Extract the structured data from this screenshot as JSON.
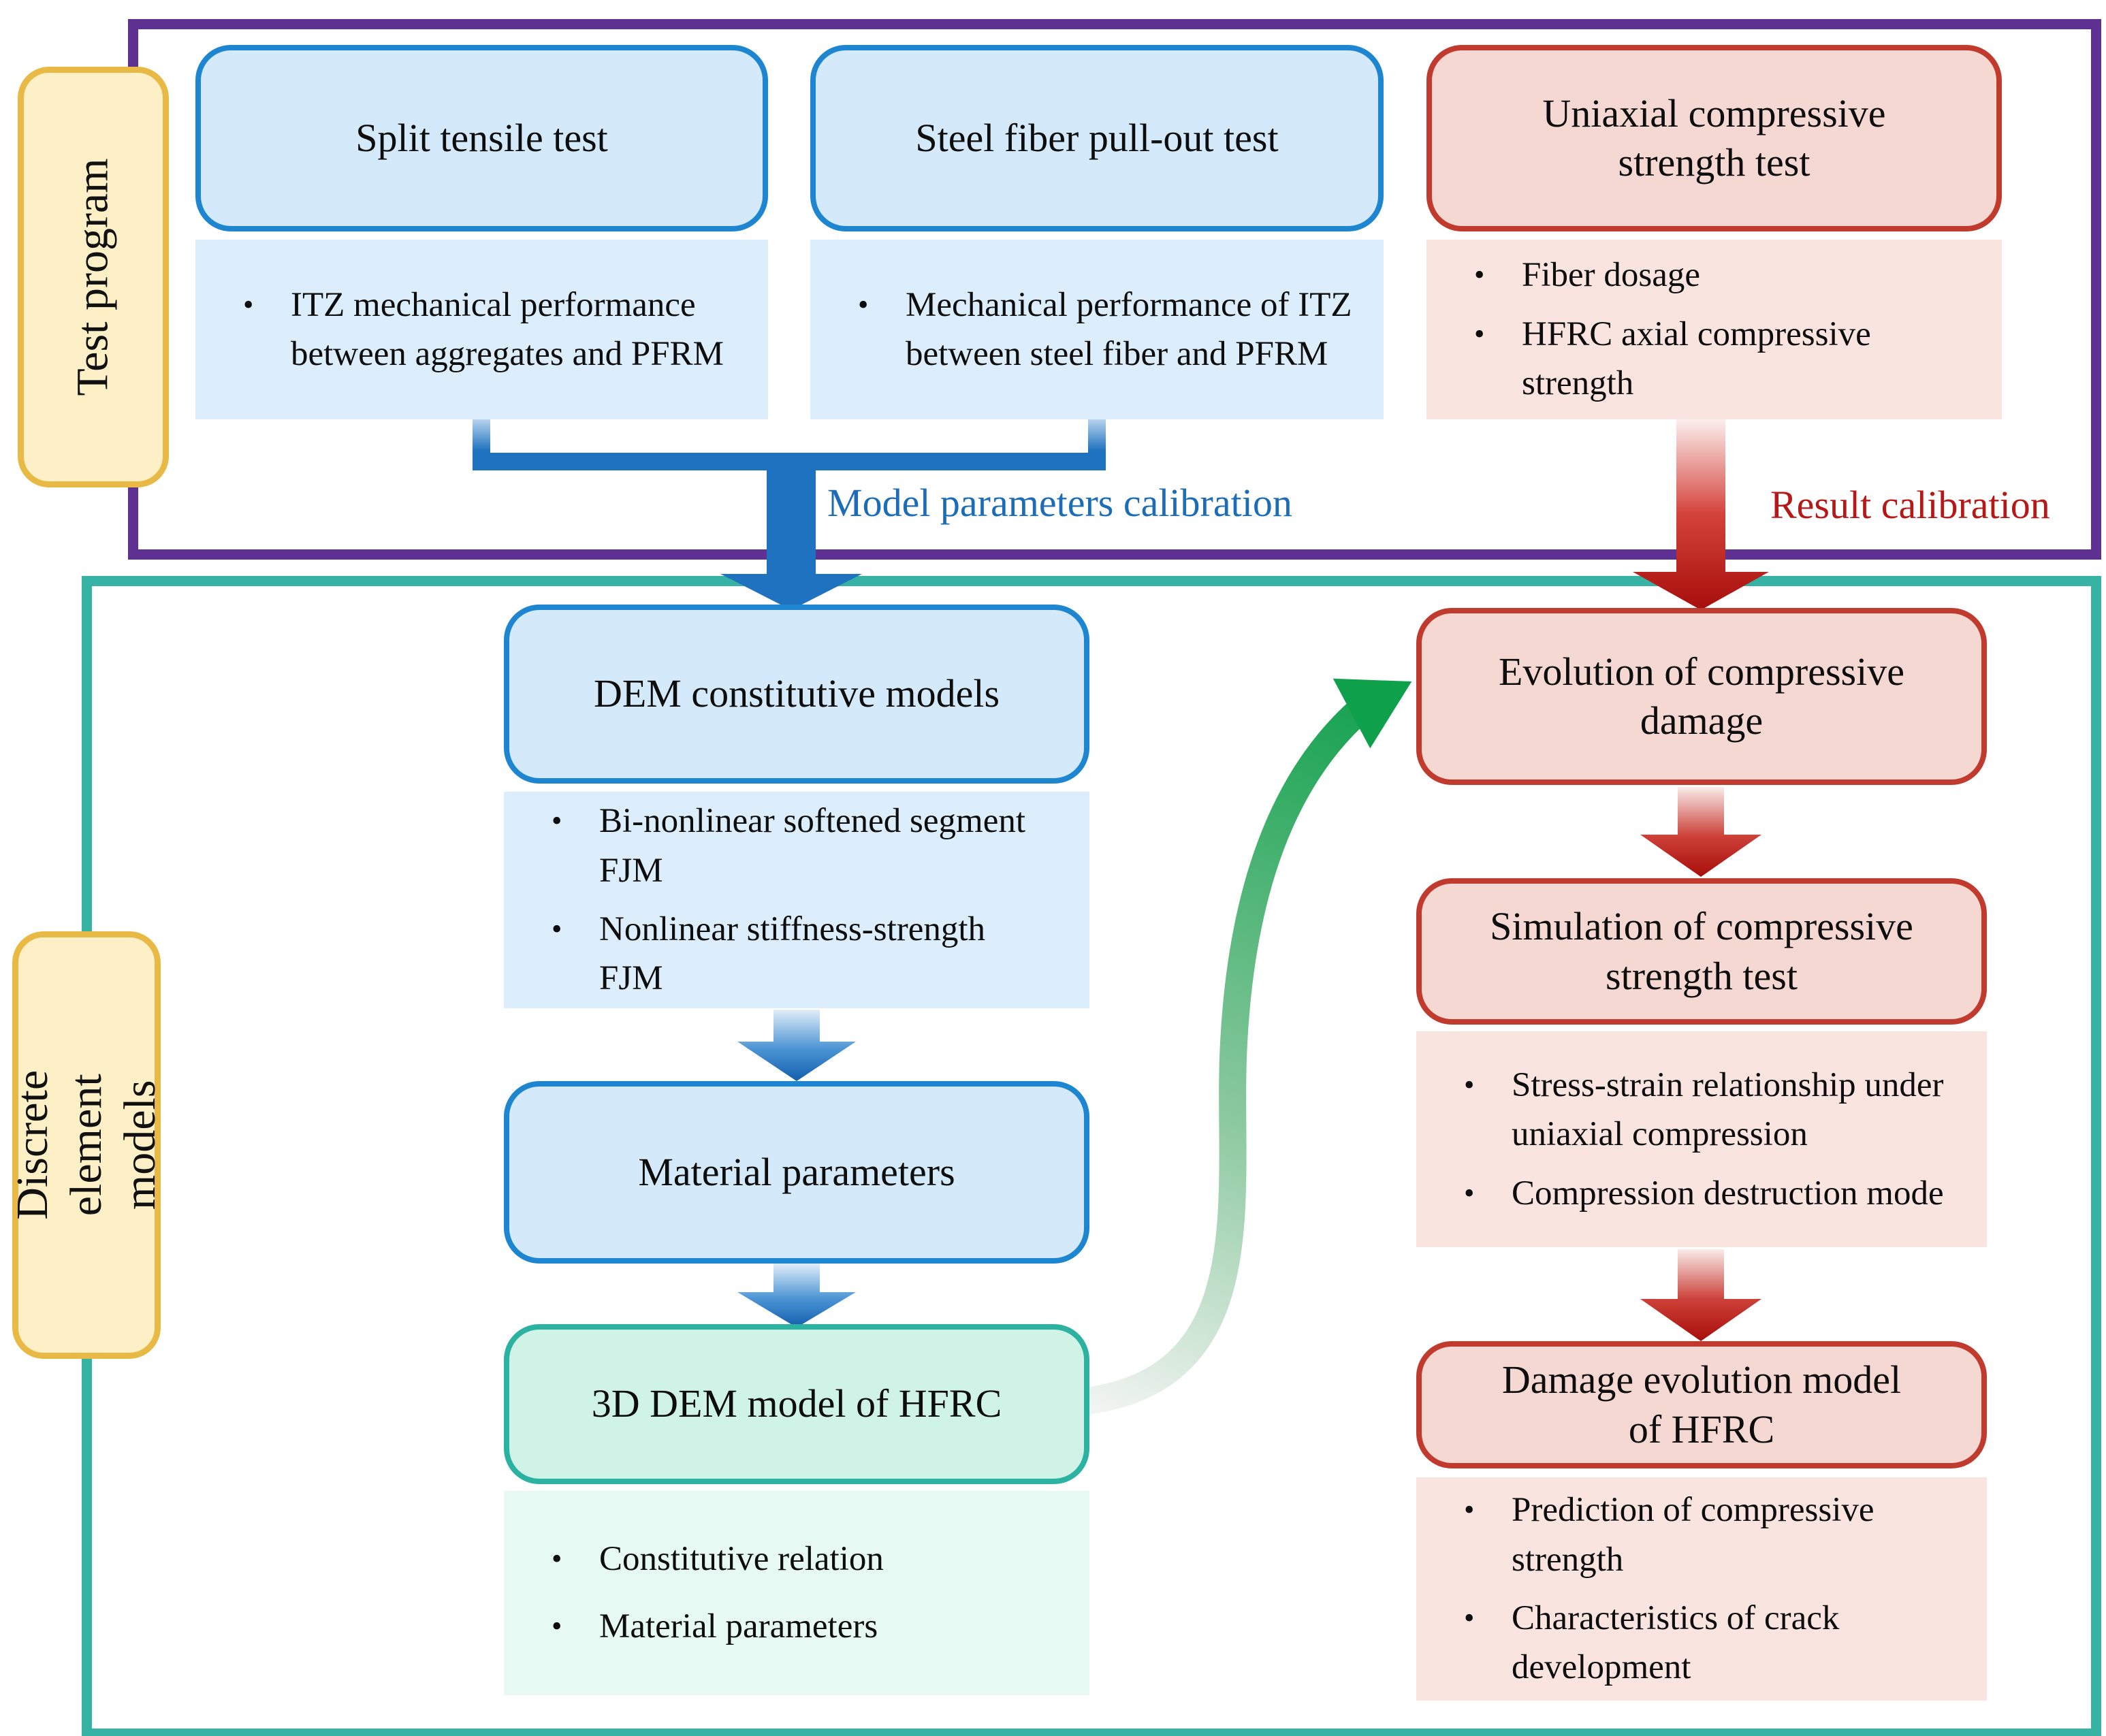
{
  "top_section": {
    "label": "Test program",
    "boxes": [
      {
        "title": "Split tensile test",
        "bullets": [
          "ITZ mechanical performance between aggregates and PFRM"
        ]
      },
      {
        "title": "Steel fiber pull-out test",
        "bullets": [
          "Mechanical performance of ITZ between steel fiber and PFRM"
        ]
      },
      {
        "title": "Uniaxial compressive strength test",
        "bullets": [
          "Fiber dosage",
          "HFRC axial compressive strength"
        ]
      }
    ]
  },
  "calibration": {
    "model_parameters_label": "Model parameters calibration",
    "result_label": "Result calibration"
  },
  "bottom_section": {
    "label": "Discrete element models",
    "left_flow": {
      "box1": {
        "title": "DEM constitutive models",
        "bullets": [
          "Bi-nonlinear softened segment FJM",
          "Nonlinear stiffness-strength FJM"
        ]
      },
      "box2": {
        "title": "Material parameters"
      },
      "box3": {
        "title": "3D DEM model of HFRC",
        "bullets": [
          "Constitutive relation",
          "Material parameters"
        ]
      }
    },
    "right_flow": {
      "box1": {
        "title": "Evolution of compressive damage"
      },
      "box2": {
        "title": "Simulation of compressive strength test",
        "bullets": [
          "Stress-strain relationship under uniaxial compression",
          "Compression destruction mode"
        ]
      },
      "box3": {
        "title": "Damage evolution model of HFRC",
        "bullets": [
          "Prediction of compressive strength",
          "Characteristics of crack development"
        ]
      }
    }
  },
  "bullet_marker": "•",
  "colors": {
    "purple_frame": "#5e3091",
    "teal_frame": "#36b3a4",
    "blue_box_border": "#1e86d0",
    "blue_box_fill": "#d4eafa",
    "blue_panel_fill": "#dcedfb",
    "red_box_border": "#c03a2e",
    "red_box_fill": "#f6d8d3",
    "red_panel_fill": "#f9e4e0",
    "mint_box_border": "#2cb2a0",
    "mint_box_fill": "#d0f3e7",
    "mint_panel_fill": "#e6f9f2",
    "yellow_label_fill": "#fdf0c6",
    "yellow_label_border": "#e8ba45",
    "blue_arrow": "#1f72c0",
    "red_arrow": "#a80e0a",
    "green_arrow": "#0fa04b",
    "model_caption_text": "#1c6cb8",
    "result_caption_text": "#b61717"
  }
}
